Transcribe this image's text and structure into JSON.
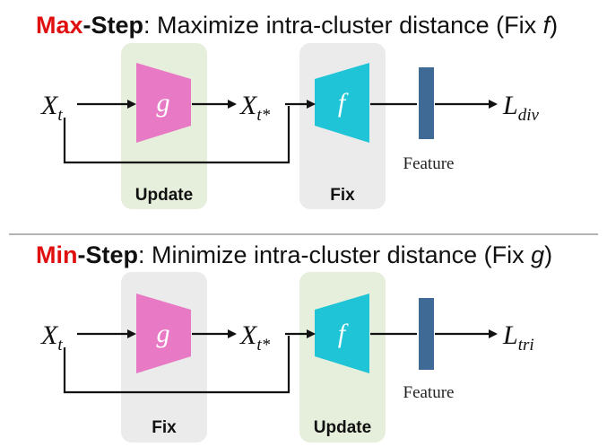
{
  "colors": {
    "update_bg": "#e6efdc",
    "fix_bg": "#ebebeb",
    "g_module": "#e879c4",
    "f_module": "#1fc4d6",
    "feature_bar": "#3f6a96",
    "keyword_red": "#e01010"
  },
  "max_step": {
    "title": {
      "keyword": "Max",
      "dash": "-",
      "step": "Step",
      "rest": ": Maximize intra-cluster distance (Fix ",
      "fixed_symbol": "f",
      "close": ")"
    },
    "input": {
      "base": "X",
      "sub": "t"
    },
    "g_label": "g",
    "mid": {
      "base": "X",
      "sub": "t*"
    },
    "f_label": "f",
    "feature_label": "Feature",
    "output": {
      "base": "L",
      "sub": "div"
    },
    "box_left_label": "Update",
    "box_right_label": "Fix"
  },
  "min_step": {
    "title": {
      "keyword": "Min",
      "dash": "-",
      "step": "Step",
      "rest": ": Minimize intra-cluster distance (Fix ",
      "fixed_symbol": "g",
      "close": ")"
    },
    "input": {
      "base": "X",
      "sub": "t"
    },
    "g_label": "g",
    "mid": {
      "base": "X",
      "sub": "t*"
    },
    "f_label": "f",
    "feature_label": "Feature",
    "output": {
      "base": "L",
      "sub": "tri"
    },
    "box_left_label": "Fix",
    "box_right_label": "Update"
  }
}
